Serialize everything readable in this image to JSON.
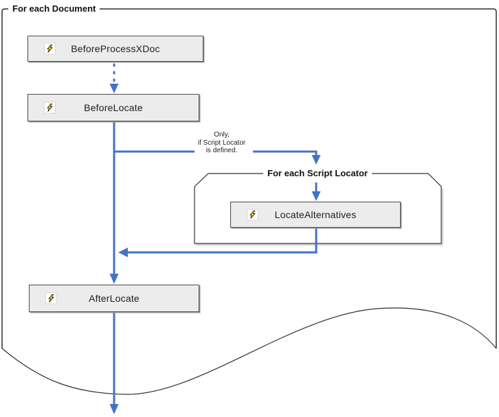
{
  "diagram": {
    "outer_loop_title": "For each Document",
    "inner_loop_title": "For each Script Locator",
    "condition_note": {
      "lines": [
        "Only,",
        "if Script Locator",
        "is defined."
      ]
    },
    "nodes": [
      {
        "label": "BeforeProcessXDoc",
        "icon": "lightning-icon"
      },
      {
        "label": "BeforeLocate",
        "icon": "lightning-icon"
      },
      {
        "label": "LocateAlternatives",
        "icon": "lightning-icon"
      },
      {
        "label": "AfterLocate",
        "icon": "lightning-icon"
      }
    ]
  },
  "colors": {
    "connector": "#4472C4",
    "box-bg": "#ececec",
    "box-border": "#4b4b4b",
    "outline": "#2f2f2f",
    "bolt-fill": "#FFDF00",
    "bolt-stroke": "#000000"
  }
}
